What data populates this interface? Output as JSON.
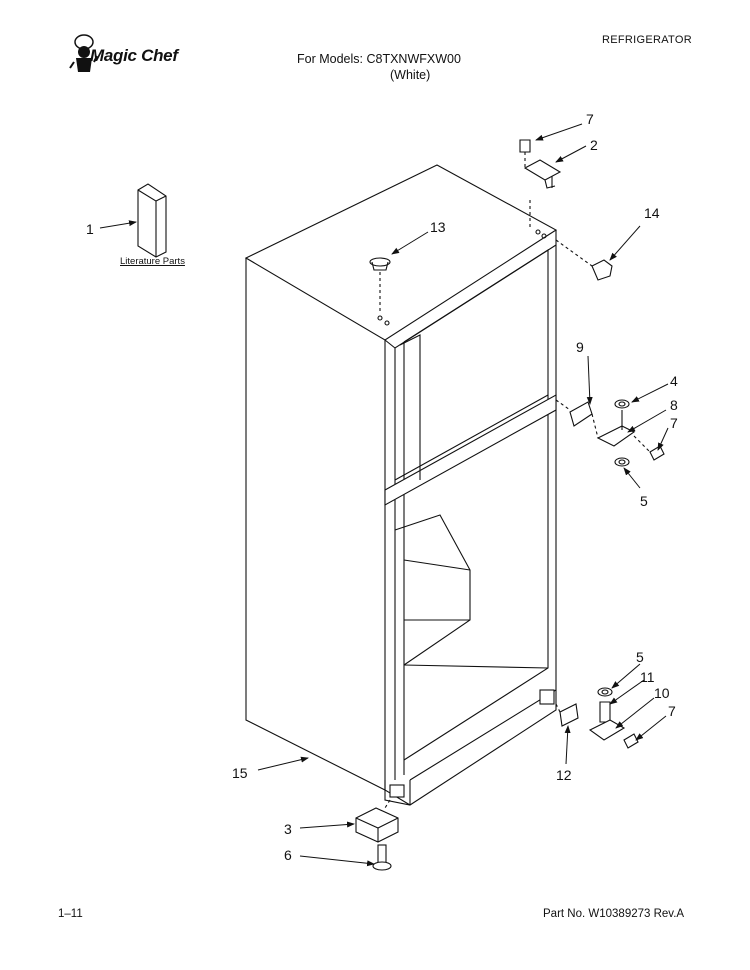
{
  "header": {
    "brand": "Magic Chef",
    "category": "REFRIGERATOR",
    "models_line": "For Models: C8TXNWFXW00",
    "color_line": "(White)"
  },
  "footer": {
    "page_number": "1–11",
    "part_number": "Part No. W10389273 Rev.A"
  },
  "literature_caption": "Literature Parts",
  "callouts": {
    "c1": "1",
    "c2": "2",
    "c3": "3",
    "c4": "4",
    "c5a": "5",
    "c5b": "5",
    "c6": "6",
    "c7a": "7",
    "c7b": "7",
    "c7c": "7",
    "c8": "8",
    "c9": "9",
    "c10": "10",
    "c11": "11",
    "c12": "12",
    "c13": "13",
    "c14": "14",
    "c15": "15"
  }
}
